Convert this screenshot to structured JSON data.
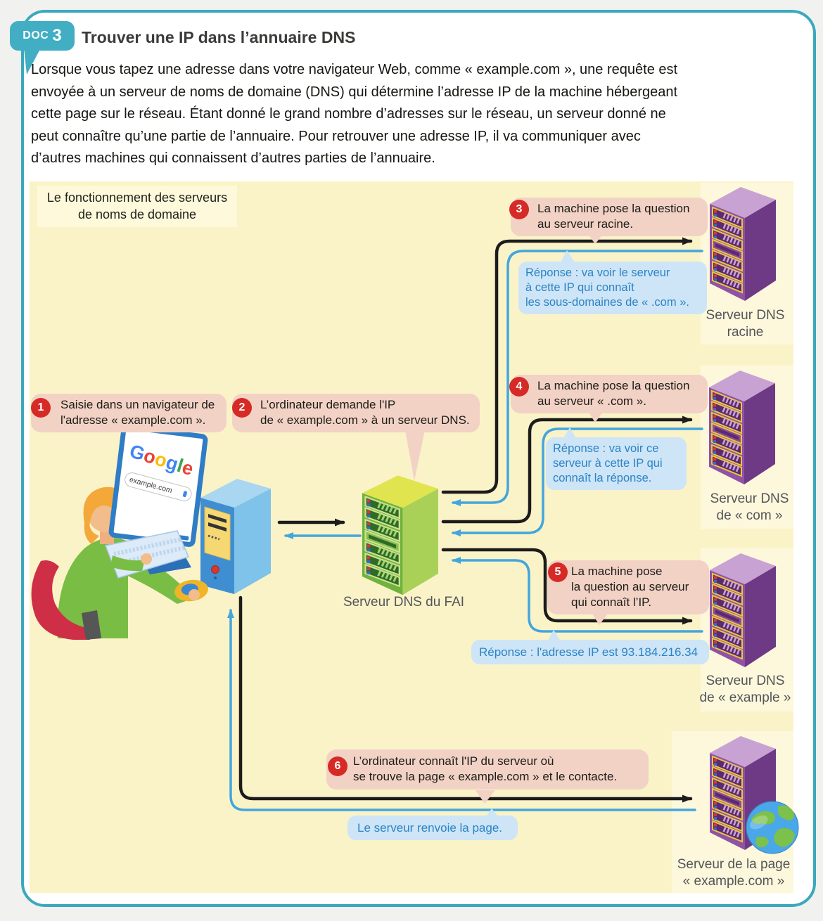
{
  "badge": {
    "label": "DOC",
    "number": "3"
  },
  "title": "Trouver une IP dans l’annuaire DNS",
  "intro": "Lorsque vous tapez une adresse dans votre navigateur Web, comme « example.com », une requête est envoyée à un serveur de noms de domaine (DNS) qui détermine l’adresse IP de la machine hébergeant cette page sur le réseau. Étant donné le grand nombre d’adresses sur le réseau, un serveur donné ne peut connaître qu’une partie de l’annuaire. Pour retrouver une adresse IP, il va communiquer avec d’autres machines qui connaissent d’autres parties de l’annuaire.",
  "diagram": {
    "title_lines": [
      "Le fonctionnement des serveurs",
      "de noms de domaine"
    ],
    "steps": [
      {
        "num": "1",
        "lines": [
          "Saisie dans un navigateur de",
          "l'adresse « example.com »."
        ]
      },
      {
        "num": "2",
        "lines": [
          "L’ordinateur demande l'IP",
          "de « example.com » à un serveur DNS."
        ]
      },
      {
        "num": "3",
        "lines": [
          "La machine pose la question",
          "au serveur racine."
        ]
      },
      {
        "num": "4",
        "lines": [
          "La machine pose la question",
          "au serveur « .com »."
        ]
      },
      {
        "num": "5",
        "lines": [
          "La machine pose",
          "la question au serveur",
          "qui connaît l’IP."
        ]
      },
      {
        "num": "6",
        "lines": [
          "L’ordinateur connaît l'IP du serveur où",
          "se trouve la page « example.com » et le contacte."
        ]
      }
    ],
    "responses": [
      {
        "lines": [
          "Réponse : va voir le serveur",
          "à cette IP qui connaît",
          "les sous-domaines de « .com »."
        ]
      },
      {
        "lines": [
          "Réponse : va voir ce",
          "serveur à cette IP qui",
          "connaît la réponse."
        ]
      },
      {
        "lines": [
          "Réponse : l'adresse IP est 93.184.216.34"
        ]
      },
      {
        "lines": [
          "Le serveur renvoie la page."
        ]
      }
    ],
    "servers": [
      {
        "lines": [
          "Serveur DNS",
          "racine"
        ]
      },
      {
        "lines": [
          "Serveur DNS",
          "de « com »"
        ]
      },
      {
        "lines": [
          "Serveur DNS",
          "de « example »"
        ]
      },
      {
        "lines": [
          "Serveur de la page",
          "« example.com »"
        ]
      },
      {
        "lines": [
          "Serveur DNS du FAI"
        ]
      }
    ],
    "monitor": {
      "logo_letters": [
        "G",
        "o",
        "o",
        "g",
        "l",
        "e"
      ],
      "search_value": "example.com"
    }
  },
  "colors": {
    "card_border": "#3AA9BD",
    "badge": "#41AEC3",
    "panel": "#FBF3C8",
    "step_bubble": "#F2D2C5",
    "step_number": "#D62A26",
    "response_bubble": "#CDE5F6",
    "response_text": "#2C83C6",
    "query_arrow": "#1C1C1C",
    "response_arrow": "#42A6DD",
    "server_purple": "#9053A4",
    "server_green": "#6FB23C"
  }
}
